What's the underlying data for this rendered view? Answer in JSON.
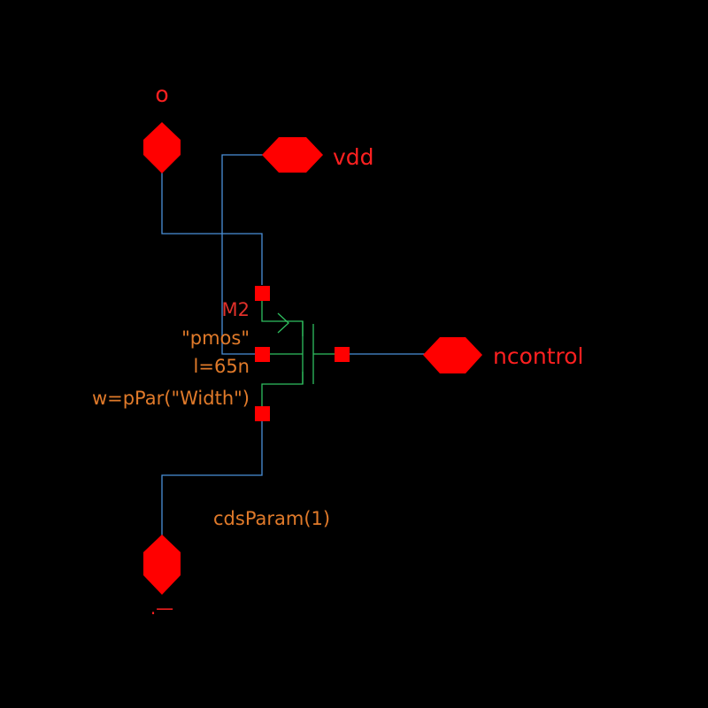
{
  "colors": {
    "background": "#000000",
    "wire": "#4a90d9",
    "device": "#2fbf5f",
    "pin": "#ff0000",
    "pin_label": "#ff2020",
    "instance_label": "#e0302a",
    "param_label": "#e07a2a"
  },
  "pins": {
    "top": {
      "label": "o",
      "icon": "inout-pin-icon"
    },
    "vdd": {
      "label": "vdd",
      "icon": "inout-pin-icon"
    },
    "ncontrol": {
      "label": "ncontrol",
      "icon": "inout-pin-icon"
    },
    "bottom": {
      "label": ".—",
      "icon": "inout-pin-icon"
    }
  },
  "transistor": {
    "instance_name": "M2",
    "model": "\"pmos\"",
    "length": "l=65n",
    "width": "w=pPar(\"Width\")",
    "icon": "pmos-transistor-icon"
  },
  "annotation": {
    "param": "cdsParam(1)"
  }
}
